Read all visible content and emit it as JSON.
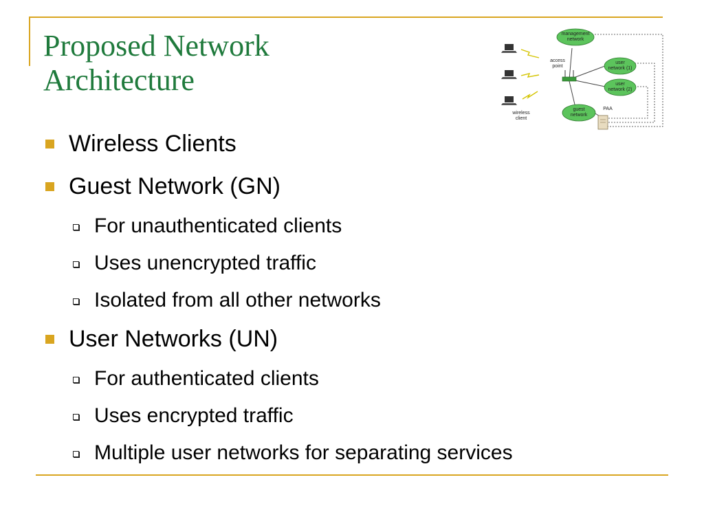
{
  "slide": {
    "title_line1": "Proposed Network",
    "title_line2": "Architecture",
    "accent_color": "#d9a520",
    "title_color": "#1f7a3c",
    "bullets": [
      {
        "level": 1,
        "text": "Wireless Clients"
      },
      {
        "level": 1,
        "text": "Guest Network (GN)"
      },
      {
        "level": 2,
        "text": "For unauthenticated clients"
      },
      {
        "level": 2,
        "text": "Uses unencrypted traffic"
      },
      {
        "level": 2,
        "text": "Isolated from all other networks"
      },
      {
        "level": 1,
        "text": "User Networks (UN)"
      },
      {
        "level": 2,
        "text": "For authenticated clients"
      },
      {
        "level": 2,
        "text": "Uses encrypted traffic"
      },
      {
        "level": 2,
        "text": "Multiple user networks for separating services"
      }
    ]
  },
  "diagram": {
    "management_line1": "management",
    "management_line2": "network",
    "access_point_line1": "access",
    "access_point_line2": "point",
    "user1_line1": "user",
    "user1_line2": "network (1)",
    "user2_line1": "user",
    "user2_line2": "network (2)",
    "guest_line1": "guest",
    "guest_line2": "network",
    "paa": "PAA",
    "wireless_line1": "wireless",
    "wireless_line2": "client",
    "cloud_color": "#5cc45c"
  }
}
